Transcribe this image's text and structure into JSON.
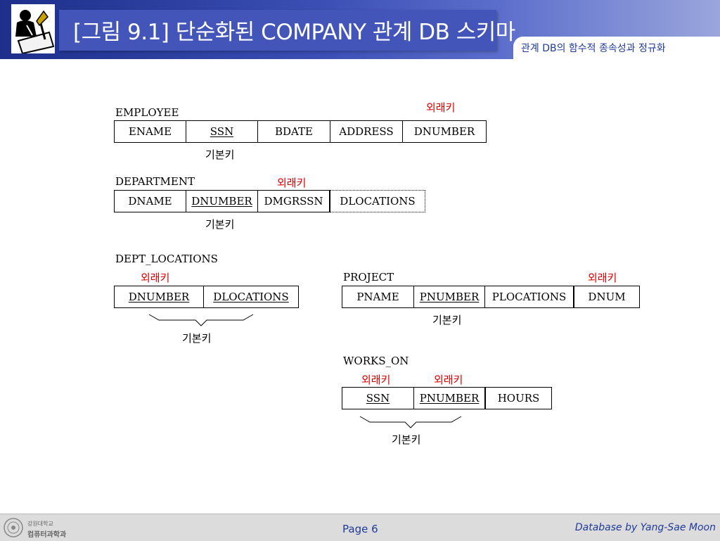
{
  "header": {
    "title": "[그림 9.1] 단순화된 COMPANY 관계 DB 스키마",
    "subtitle": "관계 DB의 함수적 종속성과 정규화"
  },
  "labels": {
    "foreign_key": "외래키",
    "primary_key": "기본키"
  },
  "employee": {
    "name": "EMPLOYEE",
    "attrs": [
      "ENAME",
      "SSN",
      "BDATE",
      "ADDRESS",
      "DNUMBER"
    ]
  },
  "department": {
    "name": "DEPARTMENT",
    "attrs": [
      "DNAME",
      "DNUMBER",
      "DMGRSSN",
      "DLOCATIONS"
    ]
  },
  "dept_locations": {
    "name": "DEPT_LOCATIONS",
    "attrs": [
      "DNUMBER",
      "DLOCATIONS"
    ]
  },
  "project": {
    "name": "PROJECT",
    "attrs": [
      "PNAME",
      "PNUMBER",
      "PLOCATIONS",
      "DNUM"
    ]
  },
  "works_on": {
    "name": "WORKS_ON",
    "attrs": [
      "SSN",
      "PNUMBER",
      "HOURS"
    ]
  },
  "footer": {
    "university_line1": "강원대학교",
    "university_line2": "컴퓨터과학과",
    "page": "Page 6",
    "credit": "Database by Yang-Sae Moon"
  }
}
